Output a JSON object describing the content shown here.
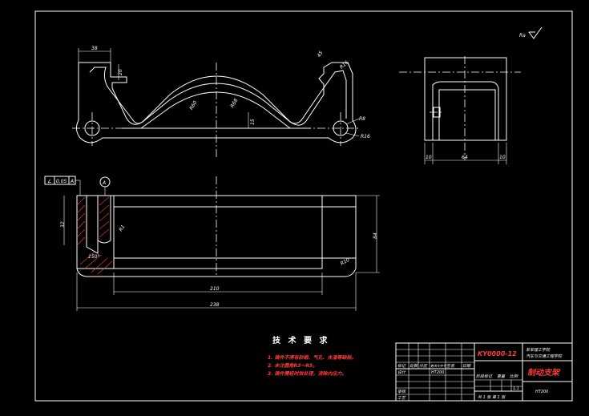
{
  "dimensions": {
    "top_width": "38",
    "slot_depth": "20",
    "top_angle": "45",
    "r_left_inner": "R60",
    "r_right_inner": "R68",
    "rib_height": "15",
    "r_hole_1": "R8",
    "r_hole_2": "R16",
    "r_right_top": "R16",
    "side_left": "10",
    "side_mid": "64",
    "side_right": "10",
    "section_height": "32",
    "inner_length": "210",
    "overall_length": "238",
    "height_right": "84",
    "r_fillet": "R1",
    "chamfer": "R10",
    "inner_angle": "150°"
  },
  "tolerance_frame": {
    "symbol": "∠",
    "value": "0.05",
    "datum": "A"
  },
  "datum_label": "A",
  "roughness_note": "Ra",
  "tech_requirements": {
    "heading": "技 术 要 求",
    "items": [
      "1. 铸件不得有砂眼、气孔、夹渣等缺陷。",
      "2. 未注圆角R3～R5。",
      "3. 铸件需经时效处理，消除内应力。"
    ]
  },
  "title_block": {
    "drawing_no": "KY0000-12",
    "school_line1": "某某理工学院",
    "school_line2": "汽车与交通工程学院",
    "part_name": "制动支架",
    "material": "HT200",
    "scale": "1:1",
    "sheet_info": "共 1 张  第 1 张",
    "row_labels": [
      "标记",
      "处数",
      "分区",
      "更改文件号",
      "签名",
      "日期"
    ],
    "left_labels": [
      "设计",
      "审核",
      "工艺"
    ],
    "stage_labels": [
      "阶段标记",
      "重量",
      "比例"
    ]
  }
}
